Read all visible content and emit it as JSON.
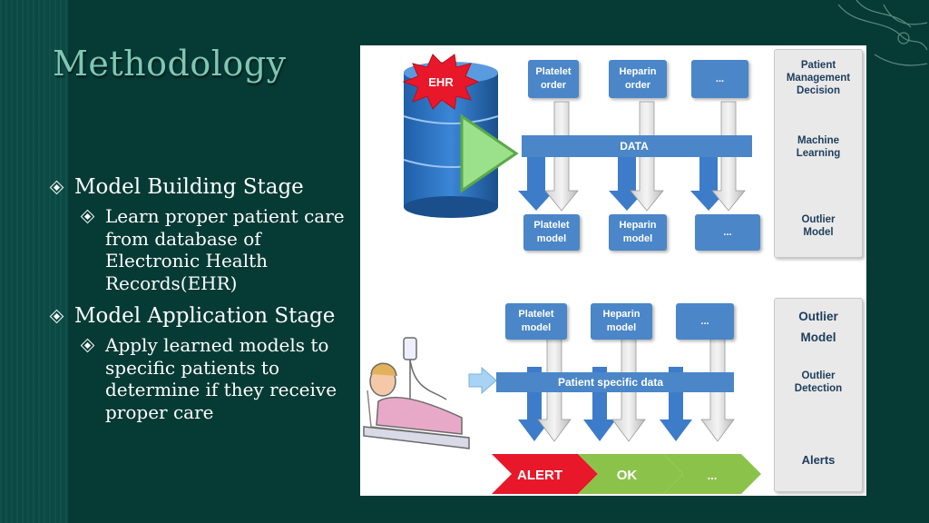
{
  "slide": {
    "title": "Methodology"
  },
  "bullets": [
    {
      "text": "Model Building Stage",
      "sub": "Learn proper patient care from database of Electronic Health Records(EHR)"
    },
    {
      "text": "Model Application Stage",
      "sub": "Apply learned models to specific patients to determine if they receive proper care"
    }
  ],
  "diagram": {
    "top": {
      "ehr": "EHR",
      "inputs": [
        "Platelet order",
        "Heparin order",
        "..."
      ],
      "bar": "DATA",
      "outputs": [
        "Platelet model",
        "Heparin model",
        "..."
      ],
      "side": {
        "top": "Patient Management Decision",
        "mid": "Machine Learning",
        "bottom": "Outlier Model"
      }
    },
    "bottom": {
      "models": [
        "Platelet model",
        "Heparin model",
        "..."
      ],
      "bar": "Patient specific data",
      "results": [
        "ALERT",
        "OK",
        "..."
      ],
      "side": {
        "top": "Outlier Model",
        "mid": "Outlier Detection",
        "bottom": "Alerts"
      }
    }
  },
  "colors": {
    "background": "#063a35",
    "title": "#7fc7b4",
    "box_blue": "#4b86c8",
    "alert_red": "#e8182a",
    "ok_green": "#8bc34a"
  }
}
